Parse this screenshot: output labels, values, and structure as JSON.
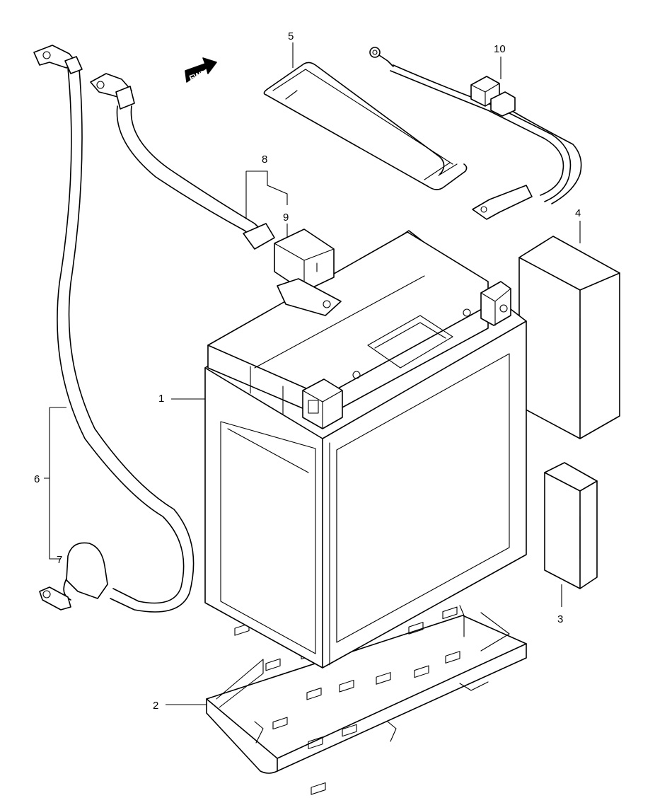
{
  "callouts": {
    "c1": "1",
    "c2": "2",
    "c3": "3",
    "c4": "4",
    "c5": "5",
    "c6": "6",
    "c7": "7",
    "c8": "8",
    "c9": "9",
    "c10": "10"
  },
  "direction_marker": "FWD"
}
